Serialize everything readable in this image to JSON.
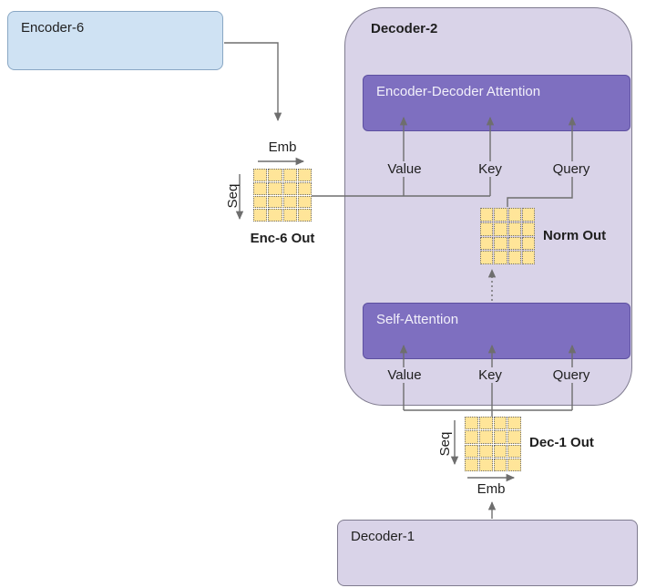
{
  "colors": {
    "encoder_fill": "#cfe2f3",
    "encoder_stroke": "#89a7c4",
    "purple_container_fill": "#d9d3e8",
    "purple_container_stroke": "#7f7b8f",
    "attention_fill": "#7e6fc0",
    "attention_stroke": "#5d50a0",
    "attention_text": "#f2f0fa",
    "matrix_cell": "#ffe599",
    "connector": "#6e6e6e"
  },
  "nodes": {
    "encoder6": {
      "label": "Encoder-6"
    },
    "decoder2": {
      "title": "Decoder-2"
    },
    "encoder_decoder_attention": {
      "label": "Encoder-Decoder Attention"
    },
    "self_attention": {
      "label": "Self-Attention"
    },
    "decoder1": {
      "label": "Decoder-1"
    }
  },
  "tensors": {
    "enc6_out": {
      "label": "Enc-6 Out",
      "axis_h": "Emb",
      "axis_v": "Seq",
      "rows": 4,
      "cols": 4
    },
    "norm_out": {
      "label": "Norm Out",
      "rows": 4,
      "cols": 4
    },
    "dec1_out": {
      "label": "Dec-1 Out",
      "axis_h": "Emb",
      "axis_v": "Seq",
      "rows": 4,
      "cols": 4
    }
  },
  "attention_inputs": {
    "encoder_decoder": {
      "value": "Value",
      "key": "Key",
      "query": "Query"
    },
    "self": {
      "value": "Value",
      "key": "Key",
      "query": "Query"
    }
  }
}
